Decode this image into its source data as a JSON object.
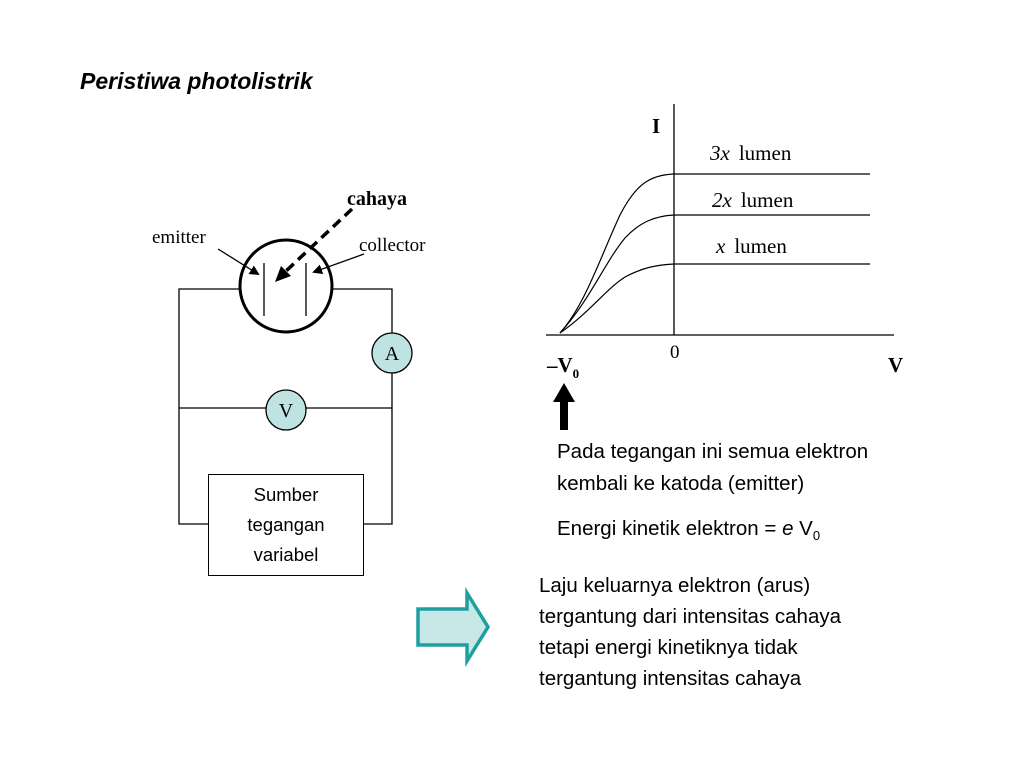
{
  "title": "Peristiwa photolistrik",
  "circuit": {
    "light_label": "cahaya",
    "emitter_label": "emitter",
    "collector_label": "collector",
    "ammeter_label": "A",
    "voltmeter_label": "V",
    "source_lines": [
      "Sumber",
      "tegangan",
      "variabel"
    ]
  },
  "graph": {
    "y_axis_label": "I",
    "x_axis_label": "V",
    "origin_label": "0",
    "stopping_voltage_label": "–V",
    "stopping_voltage_subscript": "0",
    "curves": [
      {
        "factor": "3x",
        "unit": "lumen"
      },
      {
        "factor": "2x",
        "unit": "lumen"
      },
      {
        "factor": "x",
        "unit": "lumen"
      }
    ]
  },
  "notes": {
    "stopping_voltage_line1": "Pada tegangan ini semua elektron",
    "stopping_voltage_line2": "kembali ke katoda (emitter)",
    "kinetic_energy_prefix": "Energi kinetik elektron = ",
    "kinetic_energy_e": "e",
    "kinetic_energy_v": " V",
    "kinetic_energy_sub": "0",
    "conclusion_lines": [
      "Laju keluarnya elektron (arus)",
      "tergantung dari intensitas cahaya",
      "tetapi energi kinetiknya tidak",
      "tergantung intensitas cahaya"
    ]
  },
  "colors": {
    "meter_fill": "#bfe3e3",
    "arrow_fill": "#c8e8e8",
    "arrow_stroke": "#1ea0a0"
  }
}
